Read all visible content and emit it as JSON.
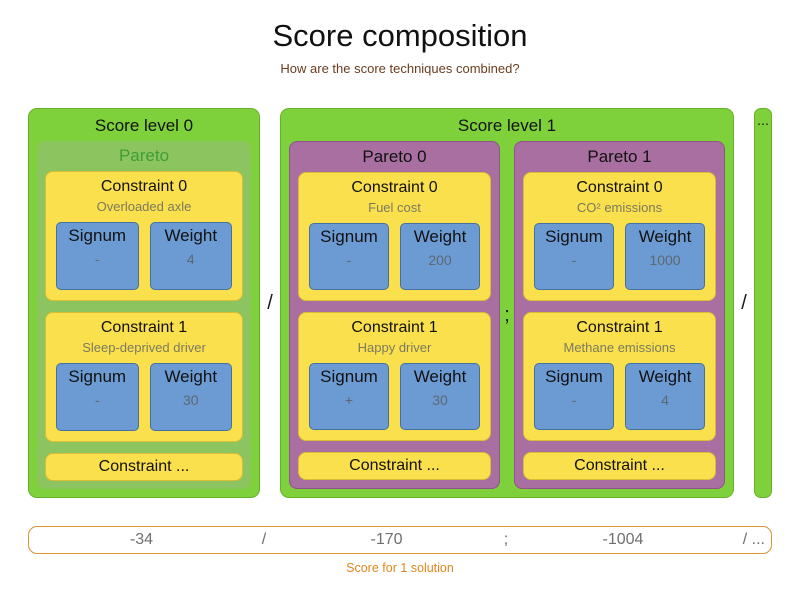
{
  "title": "Score composition",
  "subtitle": "How are the score techniques combined?",
  "labels": {
    "signum": "Signum",
    "weight": "Weight"
  },
  "separators": {
    "level0_level1": "/",
    "pareto0_pareto1": ";",
    "level1_more": "/"
  },
  "more_levels": "...",
  "levels": [
    {
      "label": "Score level 0",
      "paretos": [
        {
          "label": "Pareto",
          "constraints": [
            {
              "title": "Constraint 0",
              "name": "Overloaded axle",
              "signum": "-",
              "weight": "4"
            },
            {
              "title": "Constraint 1",
              "name": "Sleep-deprived driver",
              "signum": "-",
              "weight": "30"
            }
          ],
          "more": "Constraint ..."
        }
      ]
    },
    {
      "label": "Score level 1",
      "paretos": [
        {
          "label": "Pareto 0",
          "constraints": [
            {
              "title": "Constraint 0",
              "name": "Fuel cost",
              "signum": "-",
              "weight": "200"
            },
            {
              "title": "Constraint 1",
              "name": "Happy driver",
              "signum": "+",
              "weight": "30"
            }
          ],
          "more": "Constraint ..."
        },
        {
          "label": "Pareto 1",
          "constraints": [
            {
              "title": "Constraint 0",
              "name": "CO² emissions",
              "signum": "-",
              "weight": "1000"
            },
            {
              "title": "Constraint 1",
              "name": "Methane emissions",
              "signum": "-",
              "weight": "4"
            }
          ],
          "more": "Constraint ..."
        }
      ]
    }
  ],
  "score_bar": {
    "values": [
      "-34",
      "/",
      "-170",
      ";",
      "-1004",
      "/ ..."
    ],
    "caption": "Score for 1 solution"
  },
  "colors": {
    "green": "#7fd13b",
    "pareto_green": "#8cc45f",
    "pareto_green_text": "#3f9e35",
    "purple": "#a86fa0",
    "yellow": "#fbe04d",
    "blue": "#6b9bd2",
    "orange": "#e2861c",
    "subtitle_brown": "#6b3d1e"
  }
}
